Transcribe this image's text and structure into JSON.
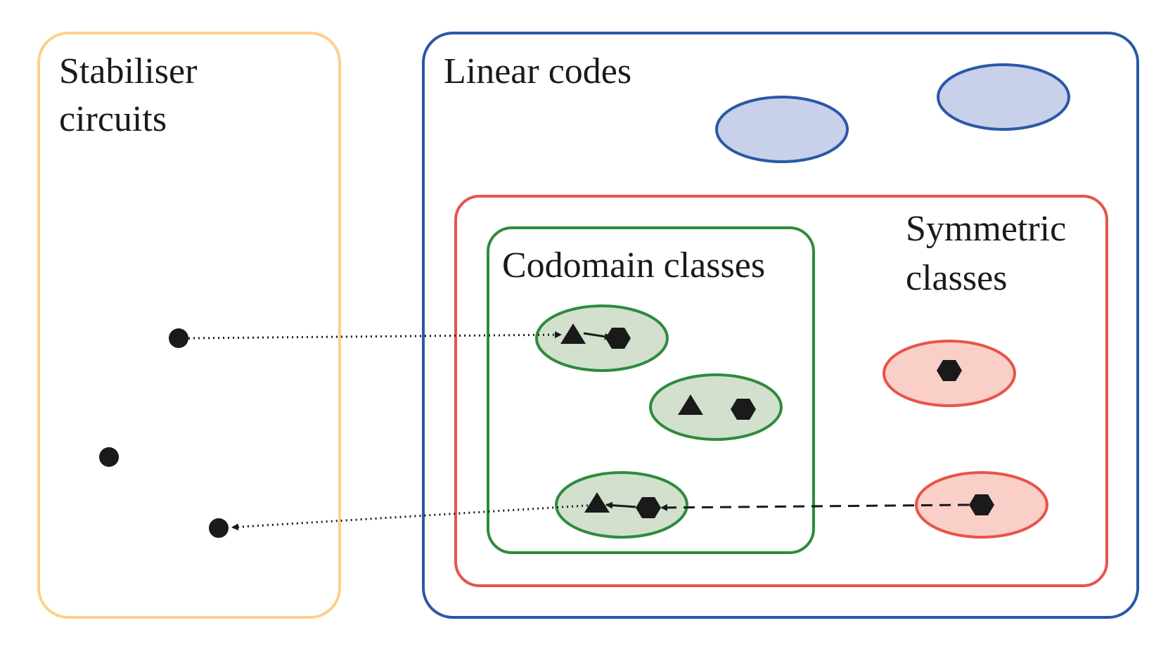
{
  "regions": {
    "stabiliser": {
      "label_line1": "Stabiliser",
      "label_line2": "circuits",
      "color": "#FDD08A"
    },
    "linear": {
      "label": "Linear codes",
      "color": "#2B58A6",
      "ellipse_fill": "#C8D0EA"
    },
    "symmetric": {
      "label_line1": "Symmetric",
      "label_line2": "classes",
      "color": "#E8534A",
      "ellipse_fill": "#F9CFC7"
    },
    "codomain": {
      "label": "Codomain classes",
      "color": "#2E8B3E",
      "ellipse_fill": "#D2E0CD"
    }
  },
  "marker_color": "#1a1a1a",
  "icons": {
    "point": "filled-circle",
    "triangle": "filled-triangle",
    "hexagon": "filled-hexagon"
  }
}
